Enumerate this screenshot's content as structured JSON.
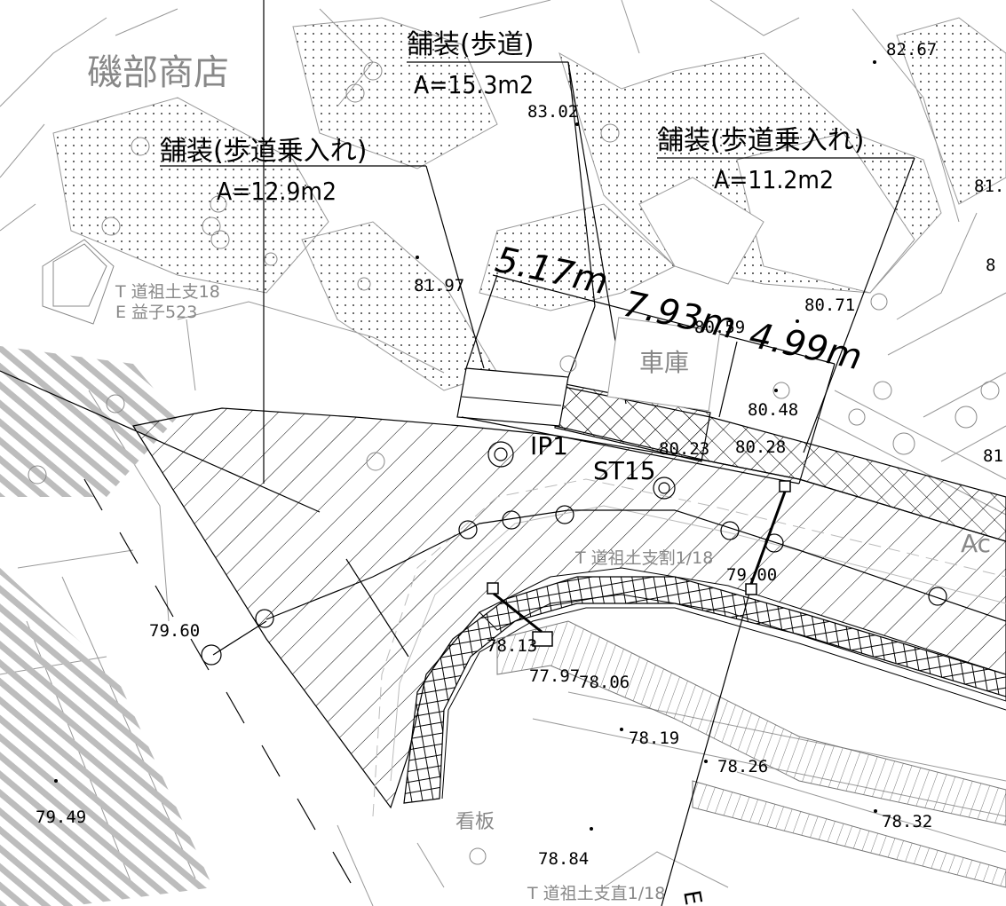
{
  "labels": {
    "shop": "磯部商店",
    "garage": "車庫",
    "sign": "看板",
    "ip": "IP1",
    "st": "ST15",
    "ac": "Ac",
    "eq": "Eq"
  },
  "callouts": [
    {
      "title": "舗装(歩道)",
      "area": "A=15.3m2"
    },
    {
      "title": "舗装(歩道乗入れ)",
      "area": "A=12.9m2"
    },
    {
      "title": "舗装(歩道乗入れ)",
      "area": "A=11.2m2"
    }
  ],
  "dimensions": [
    "5.17m",
    "7.93m",
    "4.99m"
  ],
  "benchmarks": [
    {
      "line1": "T 道祖土支18",
      "line2": "E 益子523"
    },
    {
      "line1": "T 道祖土支割1/18"
    },
    {
      "line1": "T 道祖土支直1/18"
    }
  ],
  "elevations": [
    "82.67",
    "83.02",
    "81.97",
    "80.71",
    "80.59",
    "80.48",
    "80.28",
    "80.23",
    "79.00",
    "79.60",
    "78.13",
    "77.97",
    "78.06",
    "78.19",
    "78.26",
    "78.32",
    "78.84",
    "79.49",
    "81.",
    "8",
    "81"
  ]
}
